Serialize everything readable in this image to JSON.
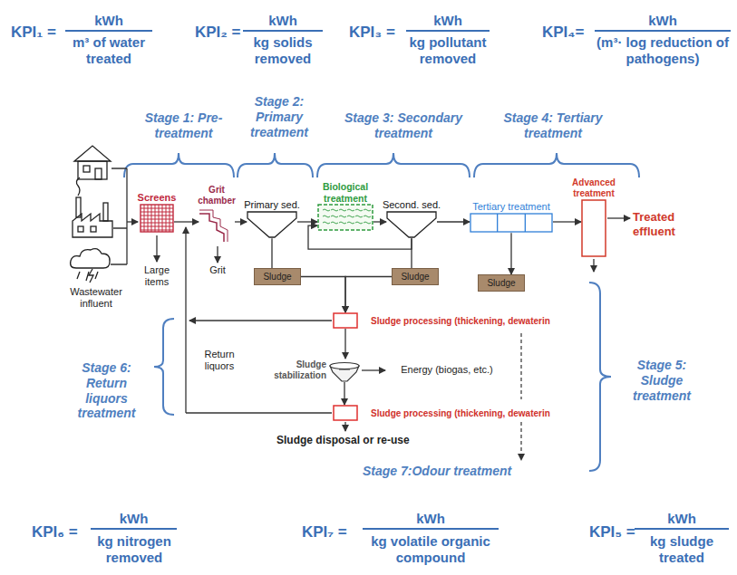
{
  "diagram": {
    "nodes": [
      {
        "text": [
          "Screens"
        ]
      },
      {
        "text": [
          "Grit chamber"
        ]
      },
      {
        "text": [
          "Primary sed."
        ]
      },
      {
        "text": [
          "Biological treatment"
        ]
      },
      {
        "text": [
          "Second. sed."
        ]
      },
      {
        "text": [
          "Tertiary treatment"
        ]
      },
      {
        "text": [
          "Advanced treatment"
        ]
      },
      {
        "text": [
          "Sludge"
        ]
      },
      {
        "text": [
          "Sludge"
        ]
      },
      {
        "text": [
          "Sludge"
        ]
      },
      {
        "text": [
          "Sludge processing (thickening, dewaterin"
        ]
      },
      {
        "text": [
          "Sludge stabilization"
        ]
      },
      {
        "text": [
          "Sludge processing (thickening, dewaterin"
        ]
      }
    ],
    "edges": [
      {
        "from": 0,
        "to": 1,
        "arrow": "to"
      },
      {
        "from": 1,
        "to": 2,
        "arrow": "to"
      },
      {
        "from": 2,
        "to": 3,
        "arrow": "to"
      },
      {
        "from": 3,
        "to": 4,
        "arrow": "to"
      },
      {
        "from": 4,
        "to": 5,
        "arrow": "to"
      },
      {
        "from": 5,
        "to": 6,
        "arrow": "to"
      },
      {
        "from": 2,
        "to": 7,
        "arrow": "none"
      },
      {
        "from": 4,
        "to": 8,
        "arrow": "none"
      },
      {
        "from": 4,
        "to": 3,
        "arrow": "to"
      },
      {
        "from": 5,
        "to": 9,
        "arrow": "to"
      },
      {
        "from": 7,
        "to": 10,
        "arrow": "to"
      },
      {
        "from": 8,
        "to": 10,
        "arrow": "to"
      },
      {
        "from": 10,
        "to": 11,
        "arrow": "to"
      },
      {
        "from": 11,
        "to": 12,
        "arrow": "to"
      }
    ],
    "labels": [
      "KPI₁ =",
      "kWh",
      "m³ of water treated",
      "KPI₂ =",
      "kWh",
      "kg solids removed",
      "KPI₃ =",
      "kWh",
      "kg pollutant removed",
      "KPI₄=",
      "kWh",
      "(m³· log reduction of pathogens)",
      "Stage 1: Pre-treatment",
      "Stage 2: Primary treatment",
      "Stage 3: Secondary treatment",
      "Stage 4: Tertiary treatment",
      "Wastewater influent",
      "Large items",
      "Grit",
      "Treated effluent",
      "Return liquors",
      "Energy (biogas, etc.)",
      "Sludge disposal or re-use",
      "Stage 6: Return liquors treatment",
      "Stage 5: Sludge treatment",
      "Stage 7:Odour treatment",
      "KPI₆ =",
      "kWh",
      "kg nitrogen removed",
      "KPI₇ =",
      "kWh",
      "kg volatile organic compound",
      "KPI₅ =",
      "kWh",
      "kg sludge treated"
    ]
  }
}
